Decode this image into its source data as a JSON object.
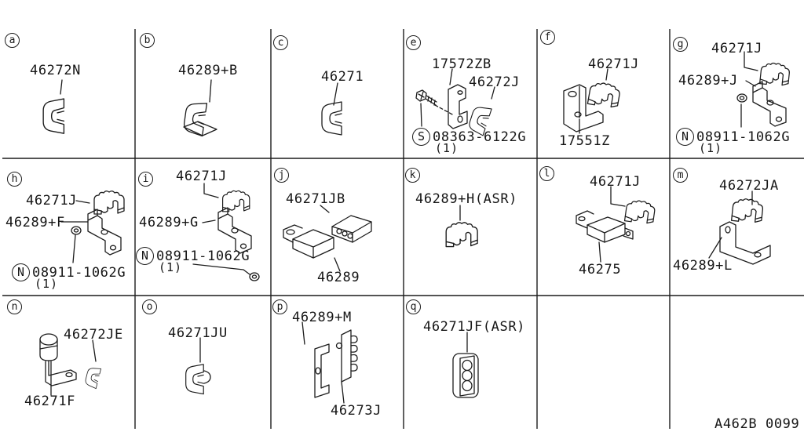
{
  "doc": {
    "code": "A462B 0099"
  },
  "cells": {
    "a": {
      "letter": "a",
      "part1": "46272N"
    },
    "b": {
      "letter": "b",
      "part1": "46289+B"
    },
    "c": {
      "letter": "c",
      "part1": "46271"
    },
    "e": {
      "letter": "e",
      "part1": "17572ZB",
      "part2": "46272J",
      "hw_prefix": "S",
      "hw_number": "08363-6122G",
      "hw_qty": "(1)"
    },
    "f": {
      "letter": "f",
      "part1": "46271J",
      "part2": "17551Z"
    },
    "g": {
      "letter": "g",
      "part1": "46271J",
      "part2": "46289+J",
      "hw_prefix": "N",
      "hw_number": "08911-1062G",
      "hw_qty": "(1)"
    },
    "h": {
      "letter": "h",
      "part1": "46271J",
      "part2": "46289+F",
      "hw_prefix": "N",
      "hw_number": "08911-1062G",
      "hw_qty": "(1)"
    },
    "i": {
      "letter": "i",
      "part1": "46271J",
      "part2": "46289+G",
      "hw_prefix": "N",
      "hw_number": "08911-1062G",
      "hw_qty": "(1)"
    },
    "j": {
      "letter": "j",
      "part1": "46271JB",
      "part2": "46289"
    },
    "k": {
      "letter": "k",
      "part1": "46289+H(ASR)"
    },
    "l": {
      "letter": "l",
      "part1": "46271J",
      "part2": "46275"
    },
    "m": {
      "letter": "m",
      "part1": "46272JA",
      "part2": "46289+L"
    },
    "n": {
      "letter": "n",
      "part1": "46272JE",
      "part2": "46271F"
    },
    "o": {
      "letter": "o",
      "part1": "46271JU"
    },
    "p": {
      "letter": "p",
      "part1": "46289+M",
      "part2": "46273J"
    },
    "q": {
      "letter": "q",
      "part1": "46271JF(ASR)"
    }
  }
}
